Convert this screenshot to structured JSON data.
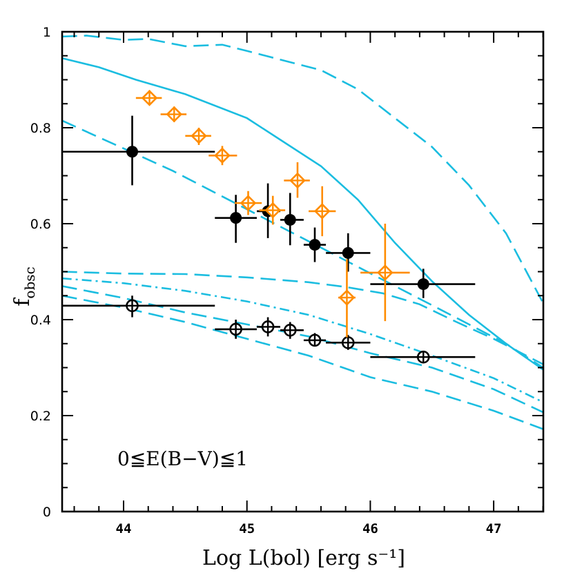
{
  "chart_data": {
    "type": "scatter",
    "title": "",
    "xlabel": "Log L(bol) [erg s⁻¹]",
    "ylabel": "f_obsc",
    "ylabel_main": "f",
    "ylabel_sub": "obsc",
    "xlim": [
      43.5,
      47.4
    ],
    "ylim": [
      0,
      1
    ],
    "grid": false,
    "x_ticks": [
      44,
      45,
      46,
      47
    ],
    "x_tick_labels": [
      "44",
      "45",
      "46",
      "47"
    ],
    "y_ticks": [
      0,
      0.2,
      0.4,
      0.6,
      0.8,
      1
    ],
    "y_tick_labels": [
      "0",
      "0.2",
      "0.4",
      "0.6",
      "0.8",
      "1"
    ],
    "annotation": "0≦E(B−V)≦1",
    "colors": {
      "model": "#1bbde0",
      "orange": "#ff8c00",
      "black": "#000000"
    },
    "series": [
      {
        "name": "filled black circles",
        "marker": "filled-circle",
        "color": "#000000",
        "points": [
          {
            "x": 44.07,
            "y": 0.75,
            "xerr": [
              43.5,
              44.74
            ],
            "yerr": [
              0.68,
              0.825
            ]
          },
          {
            "x": 44.91,
            "y": 0.612,
            "xerr": [
              44.74,
              45.08
            ],
            "yerr": [
              0.56,
              0.66
            ]
          },
          {
            "x": 45.17,
            "y": 0.626,
            "xerr": [
              45.08,
              45.27
            ],
            "yerr": [
              0.57,
              0.684
            ]
          },
          {
            "x": 45.35,
            "y": 0.608,
            "xerr": [
              45.27,
              45.46
            ],
            "yerr": [
              0.555,
              0.664
            ]
          },
          {
            "x": 45.55,
            "y": 0.556,
            "xerr": [
              45.46,
              45.64
            ],
            "yerr": [
              0.52,
              0.592
            ]
          },
          {
            "x": 45.82,
            "y": 0.539,
            "xerr": [
              45.64,
              46.0
            ],
            "yerr": [
              0.5,
              0.58
            ]
          },
          {
            "x": 46.43,
            "y": 0.474,
            "xerr": [
              46.0,
              46.85
            ],
            "yerr": [
              0.445,
              0.506
            ]
          }
        ]
      },
      {
        "name": "open black circles",
        "marker": "open-circle-cross",
        "color": "#000000",
        "points": [
          {
            "x": 44.07,
            "y": 0.429,
            "xerr": [
              43.5,
              44.74
            ],
            "yerr": [
              0.405,
              0.45
            ]
          },
          {
            "x": 44.91,
            "y": 0.38,
            "xerr": [
              44.74,
              45.08
            ],
            "yerr": [
              0.36,
              0.4
            ]
          },
          {
            "x": 45.17,
            "y": 0.385,
            "xerr": [
              45.08,
              45.27
            ],
            "yerr": [
              0.365,
              0.405
            ]
          },
          {
            "x": 45.35,
            "y": 0.378,
            "xerr": [
              45.27,
              45.46
            ],
            "yerr": [
              0.36,
              0.395
            ]
          },
          {
            "x": 45.55,
            "y": 0.357,
            "xerr": [
              45.46,
              45.64
            ],
            "yerr": [
              0.345,
              0.372
            ]
          },
          {
            "x": 45.82,
            "y": 0.352,
            "xerr": [
              45.64,
              46.0
            ],
            "yerr": [
              0.337,
              0.368
            ]
          },
          {
            "x": 46.43,
            "y": 0.322,
            "xerr": [
              46.0,
              46.85
            ],
            "yerr": [
              0.313,
              0.332
            ]
          }
        ]
      },
      {
        "name": "orange diamonds",
        "marker": "open-diamond-cross",
        "color": "#ff8c00",
        "points": [
          {
            "x": 44.21,
            "y": 0.862,
            "xerr": [
              44.1,
              44.31
            ],
            "yerr": [
              0.847,
              0.878
            ]
          },
          {
            "x": 44.41,
            "y": 0.828,
            "xerr": [
              44.3,
              44.51
            ],
            "yerr": [
              0.812,
              0.844
            ]
          },
          {
            "x": 44.61,
            "y": 0.783,
            "xerr": [
              44.5,
              44.71
            ],
            "yerr": [
              0.764,
              0.8
            ]
          },
          {
            "x": 44.8,
            "y": 0.742,
            "xerr": [
              44.69,
              44.92
            ],
            "yerr": [
              0.722,
              0.762
            ]
          },
          {
            "x": 45.01,
            "y": 0.643,
            "xerr": [
              44.9,
              45.12
            ],
            "yerr": [
              0.618,
              0.668
            ]
          },
          {
            "x": 45.21,
            "y": 0.628,
            "xerr": [
              45.1,
              45.31
            ],
            "yerr": [
              0.598,
              0.658
            ]
          },
          {
            "x": 45.41,
            "y": 0.69,
            "xerr": [
              45.3,
              45.51
            ],
            "yerr": [
              0.654,
              0.728
            ]
          },
          {
            "x": 45.61,
            "y": 0.626,
            "xerr": [
              45.5,
              45.72
            ],
            "yerr": [
              0.574,
              0.678
            ]
          },
          {
            "x": 45.81,
            "y": 0.446,
            "xerr": [
              45.74,
              45.88
            ],
            "yerr": [
              0.363,
              0.526
            ]
          },
          {
            "x": 46.12,
            "y": 0.498,
            "xerr": [
              45.92,
              46.32
            ],
            "yerr": [
              0.397,
              0.6
            ]
          }
        ]
      }
    ],
    "model_curves": [
      {
        "name": "upper envelope (top dashed)",
        "style": "dashed",
        "x": [
          43.5,
          43.7,
          44.0,
          44.2,
          44.5,
          44.8,
          45.0,
          45.3,
          45.6,
          45.9,
          46.2,
          46.5,
          46.8,
          47.1,
          47.4
        ],
        "y": [
          0.99,
          0.992,
          0.983,
          0.985,
          0.97,
          0.973,
          0.96,
          0.94,
          0.92,
          0.88,
          0.82,
          0.76,
          0.68,
          0.58,
          0.435
        ]
      },
      {
        "name": "central model (solid)",
        "style": "solid",
        "x": [
          43.5,
          43.8,
          44.1,
          44.5,
          45.0,
          45.3,
          45.6,
          45.9,
          46.2,
          46.5,
          46.8,
          47.1,
          47.4
        ],
        "y": [
          0.945,
          0.926,
          0.9,
          0.87,
          0.82,
          0.77,
          0.72,
          0.65,
          0.56,
          0.48,
          0.41,
          0.35,
          0.296
        ]
      },
      {
        "name": "lower envelope (upper-group dashed)",
        "style": "dashed",
        "x": [
          43.5,
          43.8,
          44.1,
          44.4,
          44.7,
          45.0,
          45.3,
          45.6,
          45.9,
          46.2,
          46.5,
          46.8,
          47.1,
          47.4
        ],
        "y": [
          0.815,
          0.78,
          0.745,
          0.71,
          0.67,
          0.63,
          0.59,
          0.55,
          0.51,
          0.47,
          0.43,
          0.39,
          0.35,
          0.3
        ]
      },
      {
        "name": "lower group upper dashed",
        "style": "dashed",
        "x": [
          43.5,
          44.0,
          44.5,
          45.0,
          45.5,
          45.8,
          46.1,
          46.4,
          46.7,
          47.0,
          47.4
        ],
        "y": [
          0.5,
          0.496,
          0.495,
          0.488,
          0.478,
          0.468,
          0.455,
          0.432,
          0.395,
          0.36,
          0.307
        ]
      },
      {
        "name": "lower group dot-dash",
        "style": "dash-dot",
        "x": [
          43.5,
          44.0,
          44.5,
          45.0,
          45.5,
          46.0,
          46.5,
          47.0,
          47.4
        ],
        "y": [
          0.486,
          0.476,
          0.46,
          0.438,
          0.41,
          0.37,
          0.325,
          0.278,
          0.228
        ]
      },
      {
        "name": "lower group middle dashed",
        "style": "dashed",
        "x": [
          43.5,
          44.0,
          44.5,
          45.0,
          45.5,
          46.0,
          46.5,
          47.0,
          47.4
        ],
        "y": [
          0.47,
          0.445,
          0.415,
          0.39,
          0.365,
          0.33,
          0.3,
          0.255,
          0.207
        ]
      },
      {
        "name": "lower group bottom dashed",
        "style": "dashed",
        "x": [
          43.5,
          44.0,
          44.5,
          45.0,
          45.5,
          46.0,
          46.5,
          47.0,
          47.4
        ],
        "y": [
          0.45,
          0.425,
          0.395,
          0.36,
          0.325,
          0.28,
          0.25,
          0.21,
          0.172
        ]
      }
    ]
  }
}
